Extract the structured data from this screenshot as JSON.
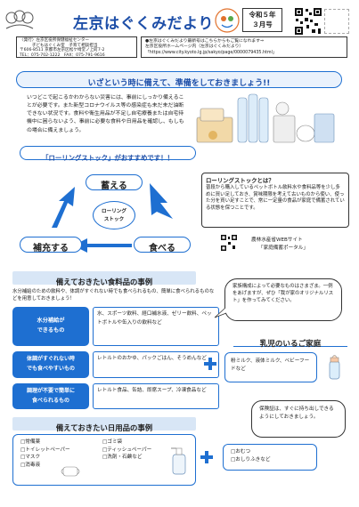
{
  "header": {
    "title": "左京はぐくみだより",
    "issue_year": "令和５年",
    "issue_month": "３月号",
    "publisher_lines": [
      "〈発行〉左京区役所保健福祉センター",
      "　　　子どもはぐくみ室　子育て相談担当",
      "〒606-8511 京都市左京区松ケ崎堂ノ上町7-2",
      "TEL：075-702-1222　FAX：075-791-9616"
    ],
    "back_numbers_lines": [
      "●左京はぐくみだより最新号はこちらからもご覧になれます⇒",
      "左京区役所ホームページ内（左京はぐくみだより）",
      "「https://www.city.kyoto.lg.jp/sakyo/page/0000079435.html」"
    ]
  },
  "banner": {
    "text": "いざという時に備えて、準備をしておきましょう!!"
  },
  "intro": {
    "text": "いつどこで起こるかわからない災害には、事前にしっかり備えることが必要です。また新型コロナウイルス等の感染症も未だ未だ油断できない状況です。食料や衛生用品が不足し自宅療養または自宅待機中に困らないよう、事前に必要な食料や日用品を確認し、もしもの場合に備えましょう。"
  },
  "rolling": {
    "heading": "「ローリングストック」がおすすめです！！",
    "center_label": "ローリング\nストック",
    "store": "蓄える",
    "eat": "食べる",
    "replenish": "補充する",
    "explain_title": "ローリングストックとは？",
    "explain_text": "普段から購入しているペットボトル飲料水や食料品等を少し多めに買い足しておき、賞味期限を考えて古いものから使い、使った分を買い足すことで、常に一定量の食品が家庭で備蓄されている状態を保つことです。",
    "maff_site": "農林水産省WEBサイト",
    "maff_portal": "「家庭備蓄ポータル」"
  },
  "food": {
    "heading": "備えておきたい食料品の事例",
    "note": "水分補給のための飲料や、体調がすぐれない時でも食べられるもの、簡単に食べられるものなどを用意しておきましょう！",
    "rows": [
      {
        "label": "水分補給が\nできるもの",
        "items": "水、スポーツ飲料、経口補水液、ゼリー飲料、ペットボトルや缶入りの飲料など"
      },
      {
        "label": "体調がすぐれない時\nでも食べやすいもの",
        "items": "レトルトのおかゆ、パックごはん、そうめんなど"
      },
      {
        "label": "調理が不要で簡単に\n食べられるもの",
        "items": "レトルト食品、缶詰、即席スープ、冷凍食品など"
      }
    ]
  },
  "family_note": "家族構成によって必要なものはさまざま。一例をあげますが、ぜひ「我が家のオリジナルリスト」を作ってみてください。",
  "infant": {
    "heading": "乳児のいるご家庭",
    "food_items": "粉ミルク、液体ミルク、ベビーフードなど",
    "hygiene_note": "保険証は、すぐに持ち出しできるようにしておきましょう。",
    "hygiene_items": [
      "□おむつ",
      "□おしりふきなど"
    ]
  },
  "daily": {
    "heading": "備えておきたい日用品の事例",
    "col1": [
      "□常備薬",
      "□トイレットペーパー",
      "□マスク",
      "□消毒液"
    ],
    "col2": [
      "□ゴミ袋",
      "□ティッシュペーパー",
      "□洗剤・石鹸など"
    ]
  }
}
